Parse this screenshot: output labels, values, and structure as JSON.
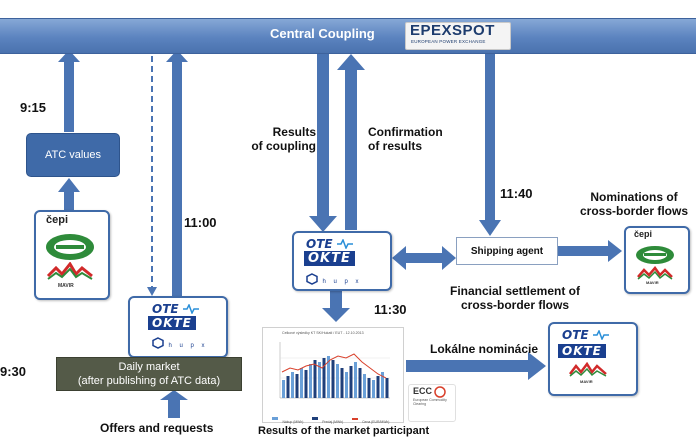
{
  "banner": {
    "title": "Central Coupling"
  },
  "epex": {
    "brand": "EPEXSPOT",
    "subtitle": "EUROPEAN POWER EXCHANGE"
  },
  "left": {
    "time_top": "9:15",
    "atc_box": "ATC values",
    "time_mid": "11:00",
    "time_bottom": "9:30",
    "daily_line1": "Daily market",
    "daily_line2": "(after publishing of ATC data)",
    "offers": "Offers and requests"
  },
  "center": {
    "results_line1": "Results",
    "results_line2": "of coupling",
    "confirm_line1": "Confirmation",
    "confirm_line2": "of results",
    "time_1130": "11:30",
    "results_participant": "Results of the market participant",
    "lokalne": "Lokálne nominácie"
  },
  "right": {
    "time_1140": "11:40",
    "shipping_agent": "Shipping agent",
    "nominations_line1": "Nominations of",
    "nominations_line2": "cross-border flows",
    "settlement_line1": "Financial settlement of",
    "settlement_line2": "cross-border flows"
  },
  "logos": {
    "ote": "OTE",
    "okte": "OKTE",
    "hupx": "h u p x",
    "cepi": "čepi",
    "mavir": "MAVIR"
  },
  "chart": {
    "title": "Celkové výsledky KT SK/Hukatl / EUT - 12.10.2013",
    "legend_1": "Nákup (MWh)",
    "legend_2": "Predaj (MWh)",
    "legend_3": "Cena (EUR/MWh)"
  },
  "ecc": {
    "name": "ECC",
    "subtitle": "European Commodity Clearing"
  },
  "colors": {
    "arrow": "#4a74b3",
    "banner": "#5b83bf",
    "daily": "#545a48",
    "logo_border": "#3f6aa8"
  }
}
